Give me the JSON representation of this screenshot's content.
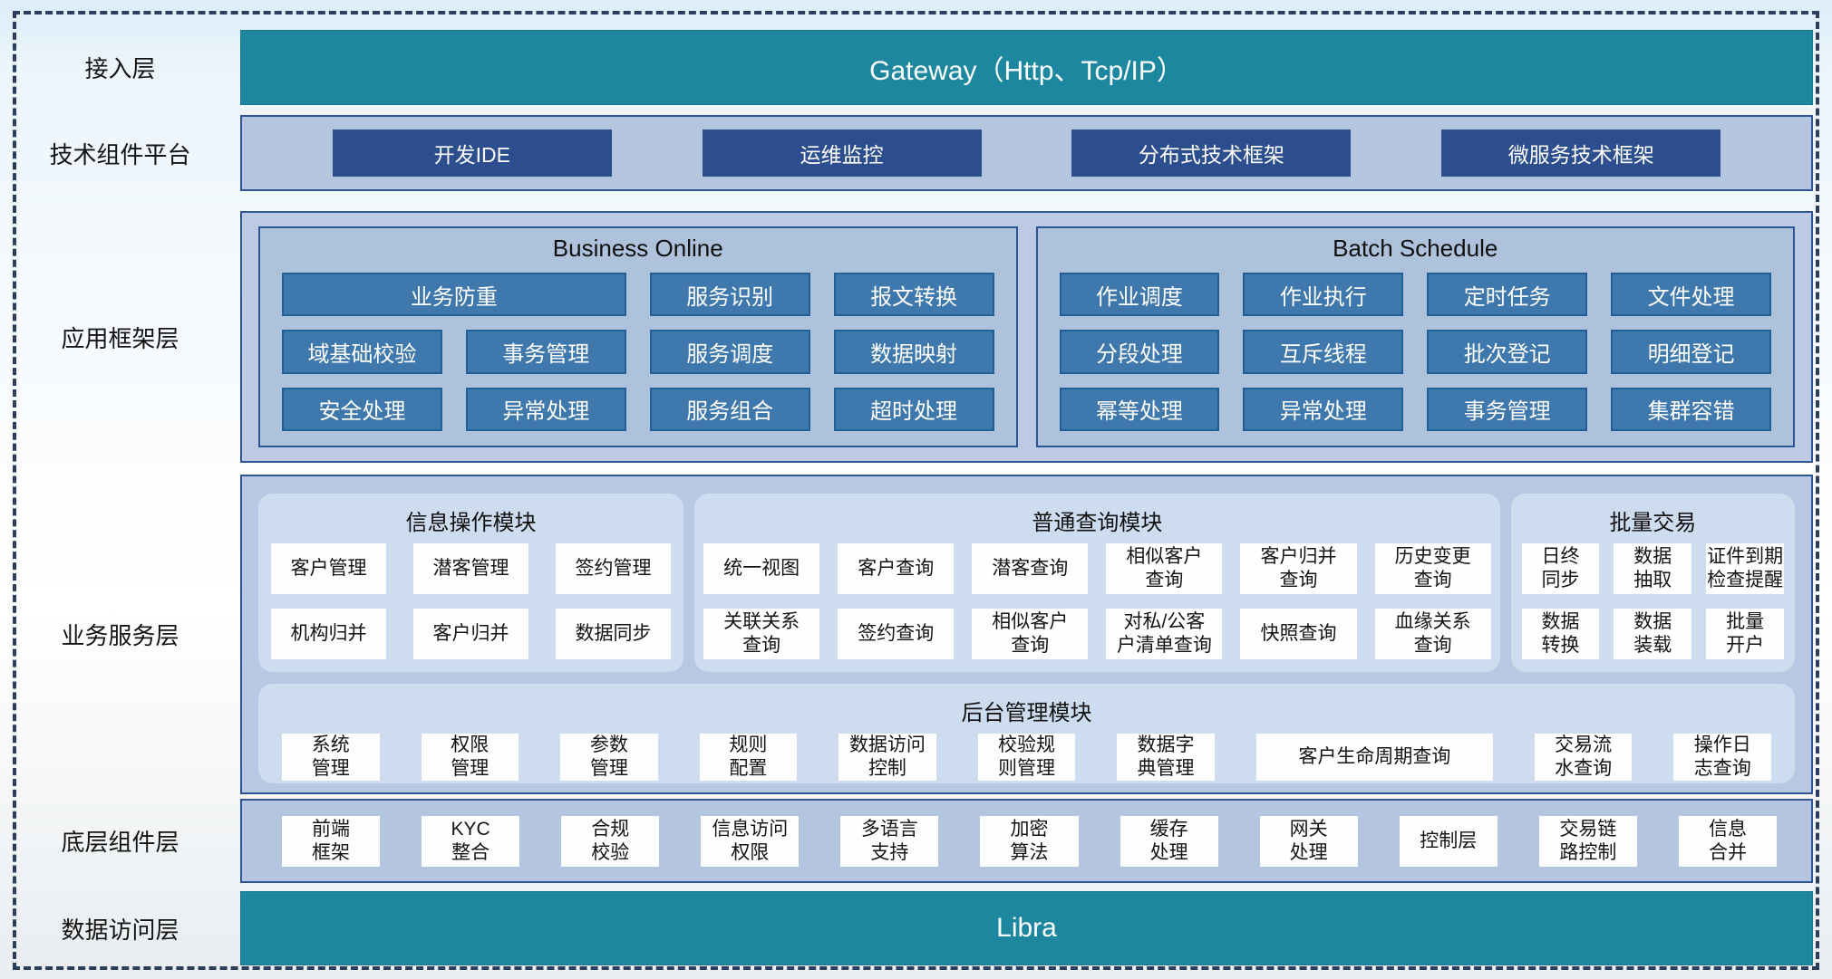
{
  "colors": {
    "teal": "#1E87A0",
    "navy_button": "#2C4E8F",
    "steel_button": "#3E78AD",
    "steel_border": "#235E96",
    "container": "#B7C8E2",
    "container_border": "#2F5597",
    "panel": "#CEDCF0",
    "white_box": "#FFFFFF"
  },
  "layers": {
    "access": {
      "label": "接入层",
      "bar": "Gateway（Http、Tcp/IP）"
    },
    "tech": {
      "label": "技术组件平台",
      "items": [
        "开发IDE",
        "运维监控",
        "分布式技术框架",
        "微服务技术框架"
      ]
    },
    "app": {
      "label": "应用框架层",
      "business_online": {
        "title": "Business Online",
        "items": [
          "业务防重",
          "服务识别",
          "报文转换",
          "域基础校验",
          "事务管理",
          "服务调度",
          "数据映射",
          "安全处理",
          "异常处理",
          "服务组合",
          "超时处理"
        ]
      },
      "batch_schedule": {
        "title": "Batch Schedule",
        "items": [
          "作业调度",
          "作业执行",
          "定时任务",
          "文件处理",
          "分段处理",
          "互斥线程",
          "批次登记",
          "明细登记",
          "幂等处理",
          "异常处理",
          "事务管理",
          "集群容错"
        ]
      }
    },
    "service": {
      "label": "业务服务层",
      "info_module": {
        "title": "信息操作模块",
        "items": [
          "客户管理",
          "潜客管理",
          "签约管理",
          "机构归并",
          "客户归并",
          "数据同步"
        ]
      },
      "query_module": {
        "title": "普通查询模块",
        "items": [
          "统一视图",
          "客户查询",
          "潜客查询",
          "相似客户\n查询",
          "客户归并\n查询",
          "历史变更\n查询",
          "关联关系\n查询",
          "签约查询",
          "相似客户\n查询",
          "对私/公客\n户清单查询",
          "快照查询",
          "血缘关系\n查询"
        ]
      },
      "batch_trade": {
        "title": "批量交易",
        "items": [
          "日终\n同步",
          "数据\n抽取",
          "证件到期\n检查提醒",
          "数据\n转换",
          "数据\n装载",
          "批量\n开户"
        ]
      },
      "admin_module": {
        "title": "后台管理模块",
        "items": [
          "系统\n管理",
          "权限\n管理",
          "参数\n管理",
          "规则\n配置",
          "数据访问\n控制",
          "校验规\n则管理",
          "数据字\n典管理",
          "客户生命周期查询",
          "交易流\n水查询",
          "操作日\n志查询"
        ]
      }
    },
    "base": {
      "label": "底层组件层",
      "items": [
        "前端\n框架",
        "KYC\n整合",
        "合规\n校验",
        "信息访问\n权限",
        "多语言\n支持",
        "加密\n算法",
        "缓存\n处理",
        "网关\n处理",
        "控制层",
        "交易链\n路控制",
        "信息\n合并"
      ]
    },
    "data": {
      "label": "数据访问层",
      "bar": "Libra"
    }
  }
}
